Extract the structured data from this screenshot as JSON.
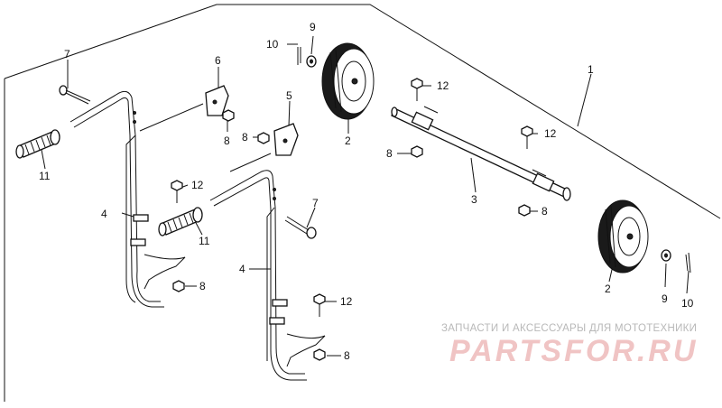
{
  "callouts": {
    "frame_1": "1",
    "wheel_top": "2",
    "wheel_bottom": "2",
    "axle": "3",
    "stand_left": "4",
    "stand_right": "4",
    "bracket_5": "5",
    "bracket_6": "6",
    "bolt_left": "7",
    "bolt_right": "7",
    "nut_a": "8",
    "nut_b": "8",
    "nut_c": "8",
    "nut_d": "8",
    "nut_e": "8",
    "nut_f": "8",
    "washer_top": "9",
    "washer_bottom": "9",
    "pin_top": "10",
    "pin_bottom": "10",
    "grip_left": "11",
    "grip_right": "11",
    "bolt12_a": "12",
    "bolt12_b": "12",
    "bolt12_c": "12",
    "bolt12_d": "12"
  },
  "watermark": {
    "text": "ЗАПЧАСТИ И АКСЕССУАРЫ ДЛЯ МОТОТЕХНИКИ",
    "logo": "PARTSFOR.RU"
  },
  "colors": {
    "line": "#111111",
    "background": "#ffffff",
    "watermark_text": "#b8b8b8",
    "watermark_logo": "#f0c4c4"
  }
}
